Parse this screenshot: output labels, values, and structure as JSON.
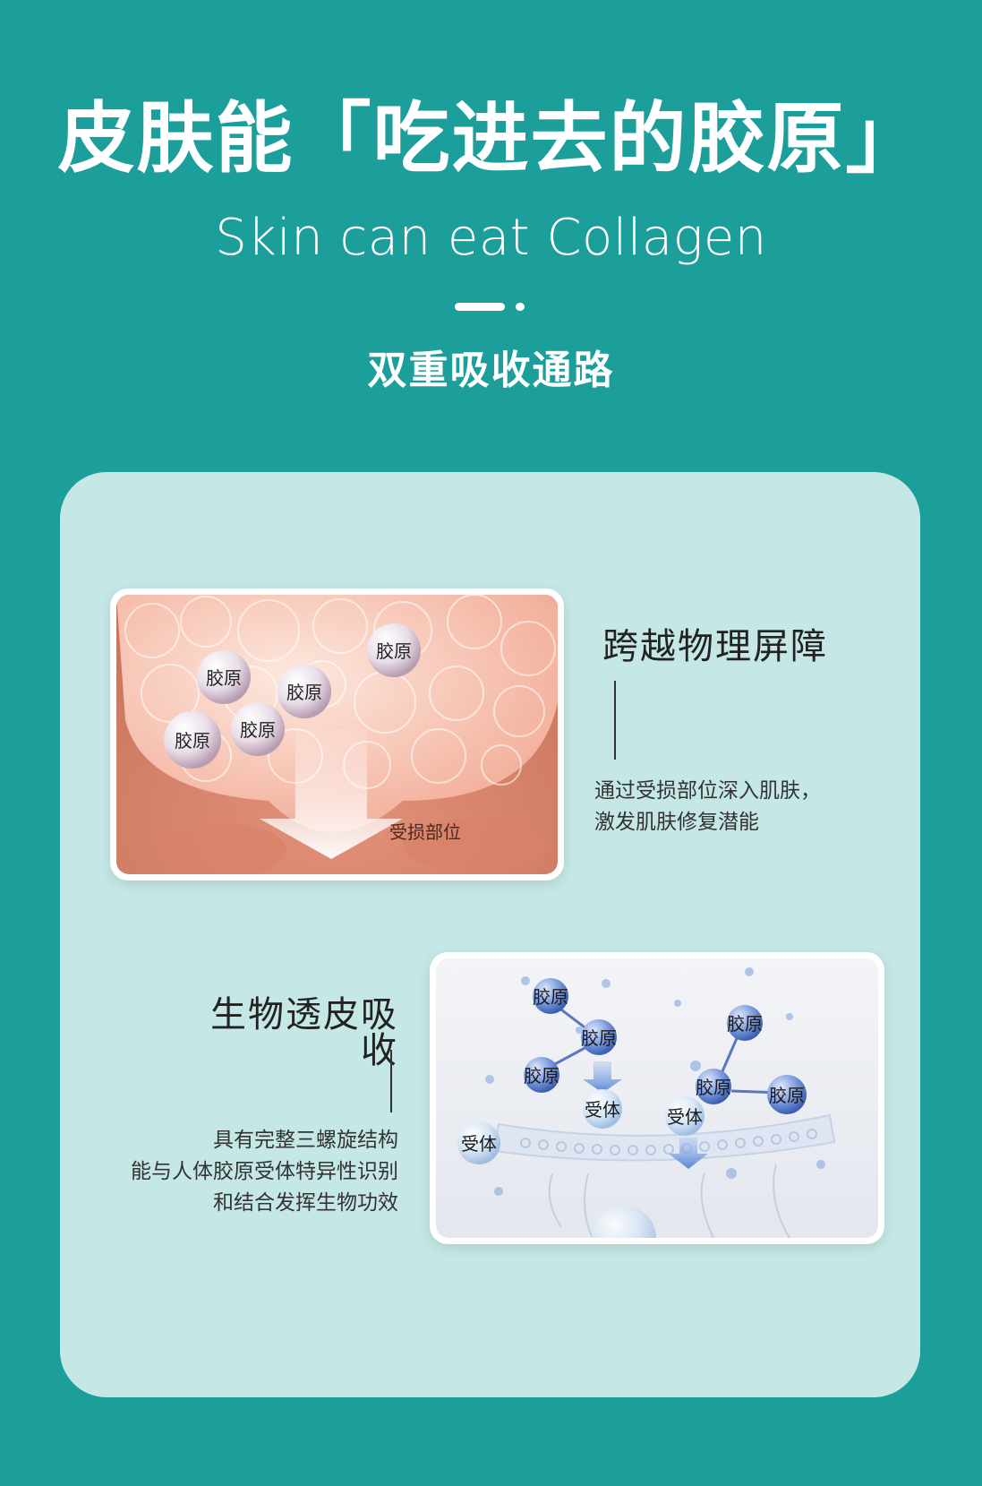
{
  "header": {
    "title": "皮肤能「吃进去的胶原」",
    "subtitle_en": "Skin can eat Collagen",
    "section_title": "双重吸收通路"
  },
  "panel_1": {
    "heading": "跨越物理屏障",
    "description_lines": [
      "通过受损部位深入肌肤，",
      "激发肌肤修复潜能"
    ],
    "image_labels": {
      "collagen": "胶原",
      "damaged_site": "受损部位"
    }
  },
  "panel_2": {
    "heading": "生物透皮吸收",
    "description_lines": [
      "具有完整三螺旋结构",
      "能与人体胶原受体特异性识别",
      "和结合发挥生物功效"
    ],
    "image_labels": {
      "collagen": "胶原",
      "receptor": "受体"
    }
  },
  "colors": {
    "background": "#1c9e9b",
    "card": "#c5e8e7",
    "skin": "#e8957d",
    "membrane": "#e9eef5"
  }
}
